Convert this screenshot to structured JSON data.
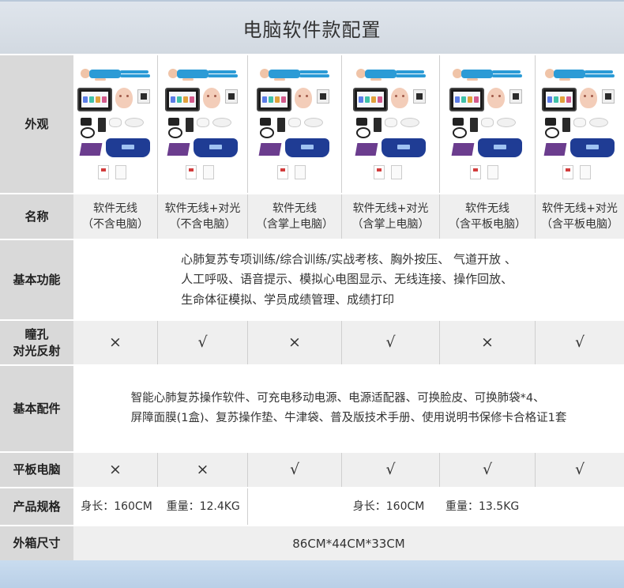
{
  "title": "电脑软件款配置",
  "labels": {
    "appearance": "外观",
    "name": "名称",
    "basic_function": "基本功能",
    "pupil": "瞳孔\n对光反射",
    "accessories": "基本配件",
    "tablet": "平板电脑",
    "spec": "产品规格",
    "box_size": "外箱尺寸"
  },
  "models": [
    {
      "name_line1": "软件无线",
      "name_line2": "（不含电脑）",
      "pupil": "×",
      "tablet": "×"
    },
    {
      "name_line1": "软件无线+对光",
      "name_line2": "（不含电脑）",
      "pupil": "√",
      "tablet": "×"
    },
    {
      "name_line1": "软件无线",
      "name_line2": "（含掌上电脑）",
      "pupil": "×",
      "tablet": "√"
    },
    {
      "name_line1": "软件无线+对光",
      "name_line2": "（含掌上电脑）",
      "pupil": "√",
      "tablet": "√"
    },
    {
      "name_line1": "软件无线",
      "name_line2": "（含平板电脑）",
      "pupil": "×",
      "tablet": "√"
    },
    {
      "name_line1": "软件无线+对光",
      "name_line2": "（含平板电脑）",
      "pupil": "√",
      "tablet": "√"
    }
  ],
  "basic_function": {
    "line1": "心肺复苏专项训练/综合训练/实战考核、胸外按压、 气道开放 、",
    "line2": "人工呼吸、语音提示、模拟心电图显示、无线连接、操作回放、",
    "line3": "生命体征模拟、学员成绩管理、成绩打印"
  },
  "accessories": {
    "line1": "智能心肺复苏操作软件、可充电移动电源、电源适配器、可换脸皮、可换肺袋*4、",
    "line2": "屏障面膜(1盒)、复苏操作垫、牛津袋、普及版技术手册、使用说明书保修卡合格证1套"
  },
  "spec": {
    "left": "身长：160CM    重量：12.4KG",
    "right": "身长：160CM      重量：13.5KG"
  },
  "box_size": "86CM*44CM*33CM",
  "colors": {
    "label_bg": "#d9d9d9",
    "cell_gray": "#efefef",
    "mannequin_blue": "#2b9bd6",
    "bag_blue": "#1f3c94",
    "mat_purple": "#6b3d8e"
  }
}
